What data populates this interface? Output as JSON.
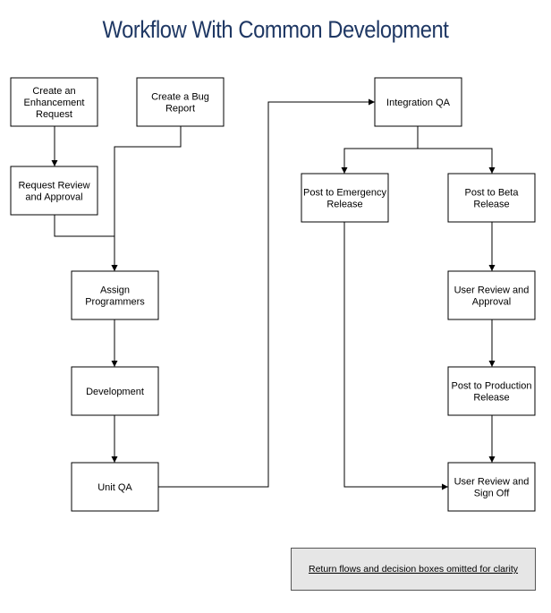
{
  "title": "Workflow With Common Development",
  "note": "Return flows and decision boxes omitted for clarity",
  "nodes": [
    {
      "id": "enhancement",
      "lines": [
        "Create an",
        "Enhancement",
        "Request"
      ]
    },
    {
      "id": "bug",
      "lines": [
        "Create a Bug",
        "Report"
      ]
    },
    {
      "id": "review",
      "lines": [
        "Request Review",
        "and Approval"
      ]
    },
    {
      "id": "assign",
      "lines": [
        "Assign",
        "Programmers"
      ]
    },
    {
      "id": "development",
      "lines": [
        "Development"
      ]
    },
    {
      "id": "unitqa",
      "lines": [
        "Unit QA"
      ]
    },
    {
      "id": "integration",
      "lines": [
        "Integration QA"
      ]
    },
    {
      "id": "emergency",
      "lines": [
        "Post to Emergency",
        "Release"
      ]
    },
    {
      "id": "beta",
      "lines": [
        "Post to Beta",
        "Release"
      ]
    },
    {
      "id": "userreview",
      "lines": [
        "User Review and",
        "Approval"
      ]
    },
    {
      "id": "production",
      "lines": [
        "Post to Production",
        "Release"
      ]
    },
    {
      "id": "signoff",
      "lines": [
        "User Review and",
        "Sign Off"
      ]
    }
  ],
  "edges": [
    [
      "enhancement",
      "review"
    ],
    [
      "review",
      "assign"
    ],
    [
      "bug",
      "assign"
    ],
    [
      "assign",
      "development"
    ],
    [
      "development",
      "unitqa"
    ],
    [
      "unitqa",
      "integration"
    ],
    [
      "integration",
      "emergency"
    ],
    [
      "integration",
      "beta"
    ],
    [
      "beta",
      "userreview"
    ],
    [
      "userreview",
      "production"
    ],
    [
      "production",
      "signoff"
    ],
    [
      "emergency",
      "signoff"
    ]
  ]
}
